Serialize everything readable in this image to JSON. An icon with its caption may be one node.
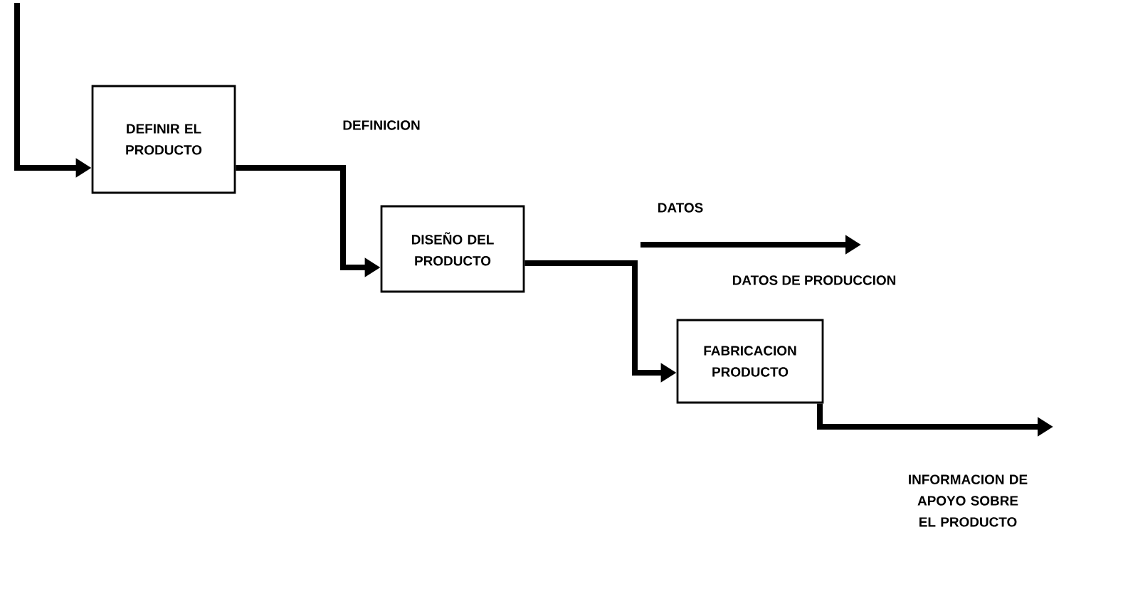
{
  "diagram": {
    "nodes": [
      {
        "text": [
          "DEFINIR EL PRODUCTO"
        ]
      },
      {
        "text": [
          "DISEÑO DEL PRODUCTO"
        ]
      },
      {
        "text": [
          "FABRICACION PRODUCTO"
        ]
      }
    ],
    "edges": [
      {
        "from": null,
        "to": 0,
        "arrow": "to"
      },
      {
        "from": 0,
        "to": 1,
        "arrow": "to",
        "label": "DEFINICION"
      },
      {
        "from": 1,
        "to": 2,
        "arrow": "to"
      },
      {
        "from": 2,
        "to": null,
        "arrow": "to",
        "label": "INFORMACION DE APOYO SOBRE EL PRODUCTO"
      }
    ],
    "labels": [
      "DATOS",
      "DATOS DE PRODUCCION"
    ]
  }
}
